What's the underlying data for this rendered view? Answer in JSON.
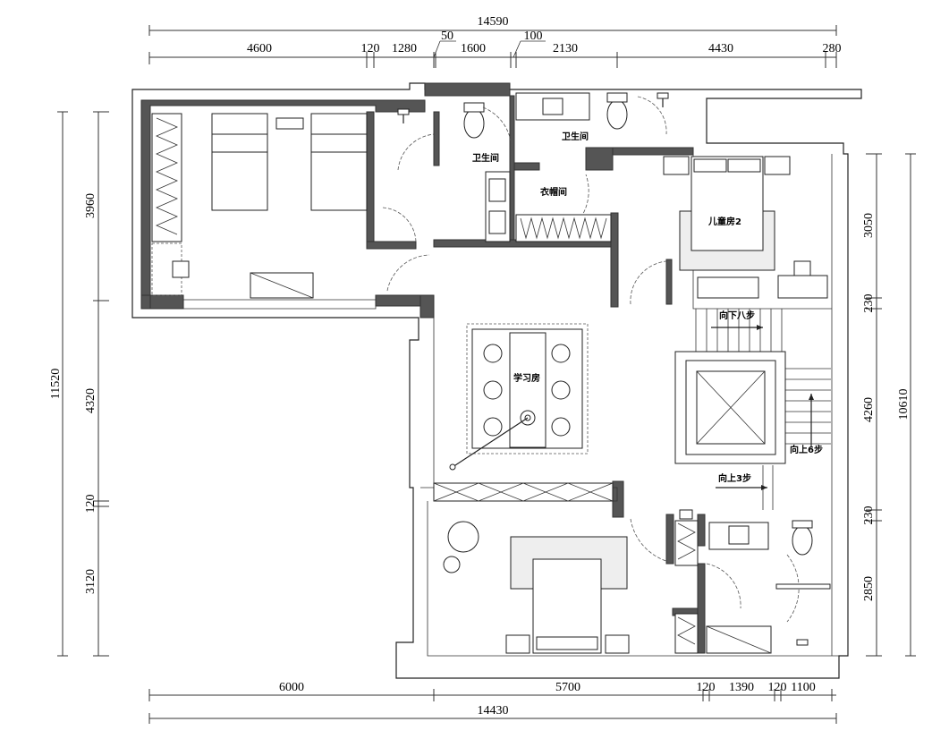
{
  "title": "Floor plan",
  "dimensions": {
    "top_total": "14590",
    "top": [
      "4600",
      "120",
      "1280",
      "50",
      "1600",
      "100",
      "2130",
      "4430",
      "280"
    ],
    "left_total": "11520",
    "left": [
      "3960",
      "4320",
      "120",
      "3120"
    ],
    "right_total": "10610",
    "right": [
      "3050",
      "230",
      "4260",
      "230",
      "2850"
    ],
    "bottom_total": "14430",
    "bottom": [
      "6000",
      "5700",
      "120",
      "1390",
      "120",
      "1100"
    ]
  },
  "rooms": {
    "bathroom_1": "卫生间",
    "bathroom_2": "卫生间",
    "cloakroom": "衣帽间",
    "kids_room_2": "儿童房2",
    "study": "学习房"
  },
  "stairs": {
    "down": "向下八步",
    "up_6": "向上6步",
    "up_3": "向上3步"
  },
  "colors": {
    "wall": "#555555",
    "line": "#222222"
  }
}
